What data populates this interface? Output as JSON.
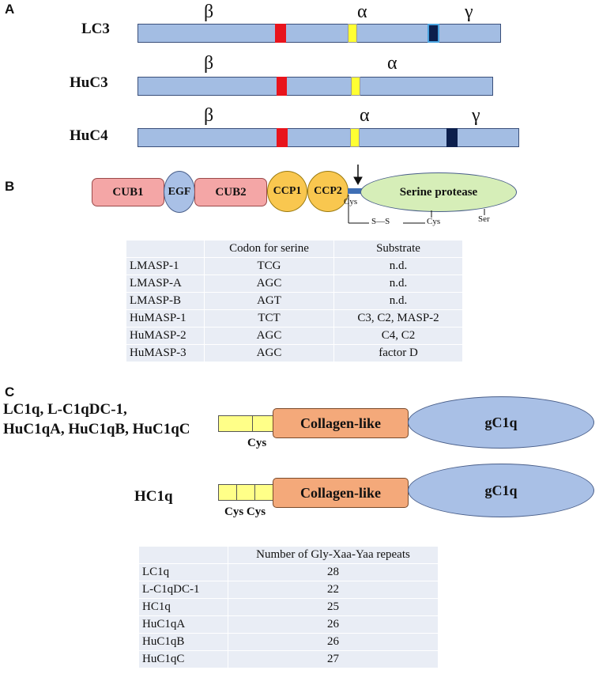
{
  "panelA": {
    "label": "A",
    "chains": [
      {
        "name": "LC3",
        "greek_beta": "β",
        "greek_alpha": "α",
        "greek_gamma": "γ"
      },
      {
        "name": "HuC3",
        "greek_beta": "β",
        "greek_alpha": "α"
      },
      {
        "name": "HuC4",
        "greek_beta": "β",
        "greek_alpha": "α",
        "greek_gamma": "γ"
      }
    ],
    "colors": {
      "bar": "#a3bde3",
      "red": "#e8141c",
      "yellow": "#ffff33",
      "navy": "#0c1f4d"
    }
  },
  "panelB": {
    "label": "B",
    "domains": {
      "cub1": "CUB1",
      "egf": "EGF",
      "cub2": "CUB2",
      "ccp1": "CCP1",
      "ccp2": "CCP2",
      "serine_protease": "Serine protease"
    },
    "bond_labels": {
      "cys1": "Cys",
      "ss": "S—S",
      "cys2": "Cys",
      "ser": "Ser"
    },
    "table": {
      "headers": [
        "",
        "Codon for serine",
        "Substrate"
      ],
      "rows": [
        [
          "LMASP-1",
          "TCG",
          "n.d."
        ],
        [
          "LMASP-A",
          "AGC",
          "n.d."
        ],
        [
          "LMASP-B",
          "AGT",
          "n.d."
        ],
        [
          "HuMASP-1",
          "TCT",
          "C3, C2, MASP-2"
        ],
        [
          "HuMASP-2",
          "AGC",
          "C4, C2"
        ],
        [
          "HuMASP-3",
          "AGC",
          "factor D"
        ]
      ]
    },
    "colors": {
      "cub": "#f4a6a6",
      "egf": "#a9c0e6",
      "ccp": "#f9c74f",
      "protease": "#d6eeb8"
    }
  },
  "panelC": {
    "label": "C",
    "group_label_line1": "LC1q, L-C1qDC-1,",
    "group_label_line2": "HuC1qA, HuC1qB, HuC1qC",
    "hc1q_label": "HC1q",
    "collagen_label": "Collagen-like",
    "gc1q_label": "gC1q",
    "cys_label": "Cys",
    "cys_cys_label": "Cys Cys",
    "table": {
      "headers": [
        "",
        "Number of Gly-Xaa-Yaa repeats"
      ],
      "rows": [
        [
          "LC1q",
          "28"
        ],
        [
          "L-C1qDC-1",
          "22"
        ],
        [
          "HC1q",
          "25"
        ],
        [
          "HuC1qA",
          "26"
        ],
        [
          "HuC1qB",
          "26"
        ],
        [
          "HuC1qC",
          "27"
        ]
      ]
    },
    "colors": {
      "signal": "#ffff88",
      "collagen": "#f4a97a",
      "gc1q": "#a9c0e6"
    }
  }
}
